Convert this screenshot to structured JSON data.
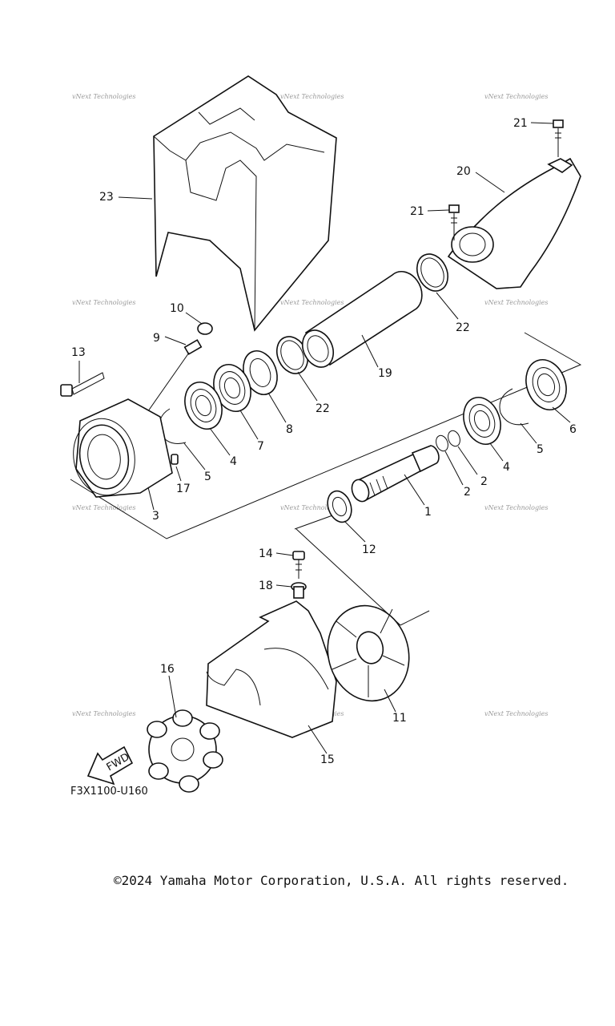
{
  "diagram": {
    "callouts": [
      "23",
      "21",
      "20",
      "21",
      "22",
      "10",
      "9",
      "13",
      "19",
      "22",
      "8",
      "7",
      "4",
      "5",
      "17",
      "3",
      "6",
      "5",
      "4",
      "2",
      "2",
      "1",
      "12",
      "14",
      "18",
      "11",
      "16",
      "15"
    ],
    "watermark": "vNext Technologies",
    "fwd_label": "FWD",
    "figure_code": "F3X1100-U160"
  },
  "footer": {
    "copyright": "©2024 Yamaha Motor Corporation, U.S.A. All rights reserved."
  }
}
